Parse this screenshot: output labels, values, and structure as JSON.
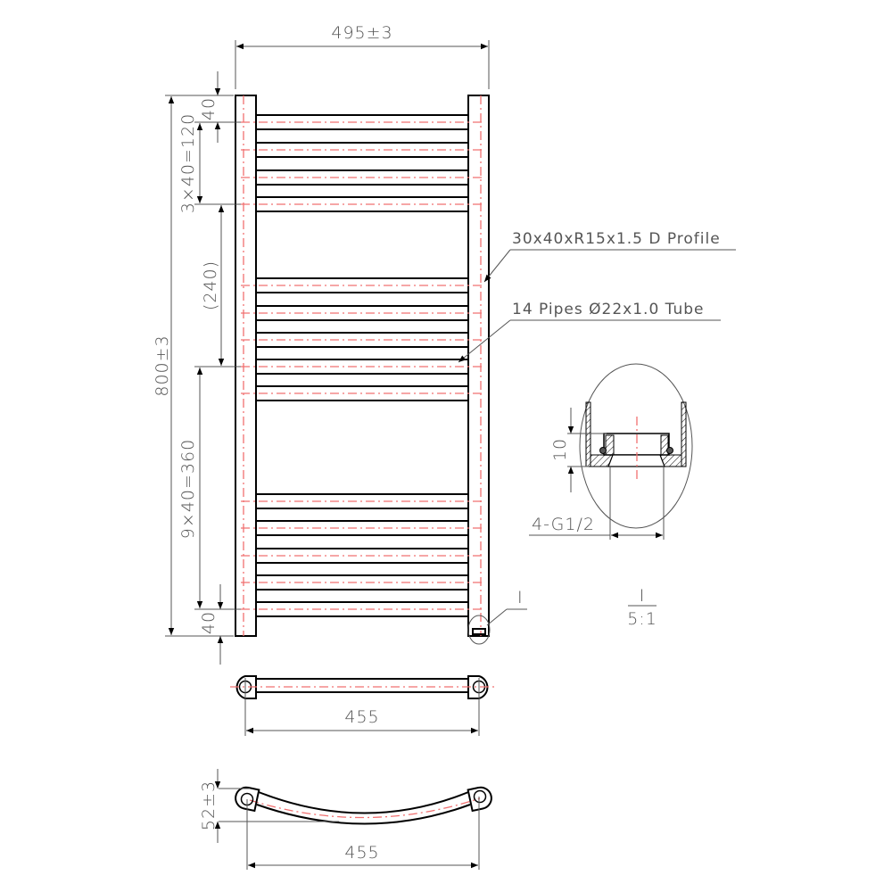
{
  "drawing": {
    "title": "Towel radiator technical drawing",
    "colors": {
      "outline": "#000000",
      "dimension": "#555555",
      "centerline": "#f07070",
      "background": "#ffffff"
    },
    "front_view": {
      "width_label": "495±3",
      "height_label": "800±3",
      "dims_left": {
        "top_offset": "40",
        "top_group": "3×40=120",
        "gap": "(240)",
        "bottom_group": "9×40=360",
        "bottom_offset": "40"
      },
      "tube_count": 14,
      "tube_groups": [
        {
          "centers_y": [
            137,
            168,
            199,
            229
          ]
        },
        {
          "centers_y": [
            320,
            351,
            381,
            411,
            441
          ]
        },
        {
          "centers_y": [
            562,
            592,
            623,
            653,
            683
          ]
        }
      ]
    },
    "callouts": {
      "profile": "30x40xR15x1.5 D Profile",
      "pipes": "14 Pipes Ø22x1.0 Tube",
      "detail_marker": "I"
    },
    "detail_view": {
      "label": "I",
      "scale": "5:1",
      "height_dim": "10",
      "thread_label": "4-G1/2"
    },
    "top_view_straight": {
      "width_label": "455"
    },
    "top_view_curved": {
      "width_label": "455",
      "depth_label": "52±3"
    }
  }
}
